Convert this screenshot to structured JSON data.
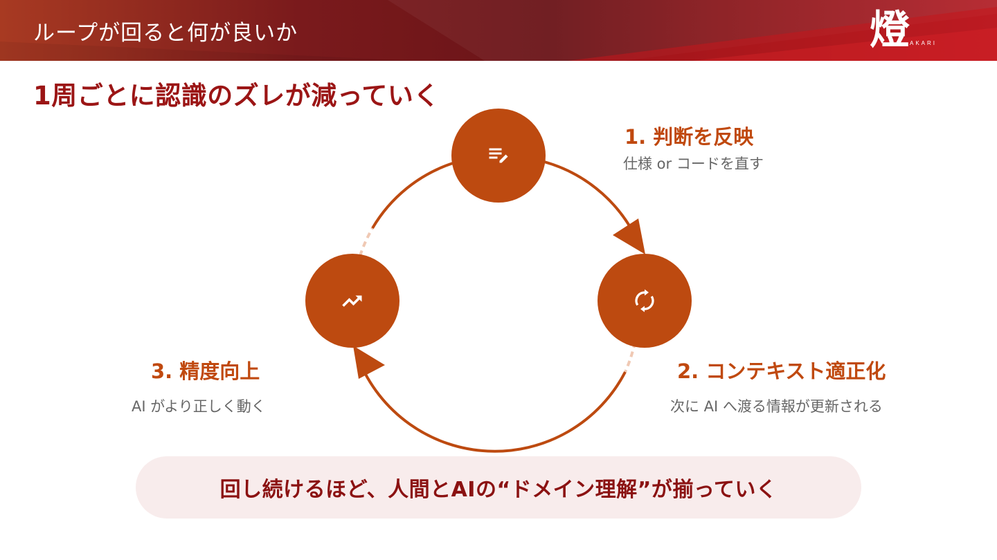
{
  "header": {
    "title": "ループが回ると何が良いか",
    "logo_glyph": "燈",
    "logo_sub": "AKARI"
  },
  "headline": "1周ごとに認識のズレが減っていく",
  "steps": [
    {
      "title": "1. 判断を反映",
      "desc": "仕様 or コードを直す",
      "icon": "edit-note-icon"
    },
    {
      "title": "2. コンテキスト適正化",
      "desc": "次に AI へ渡る情報が更新される",
      "icon": "sync-icon"
    },
    {
      "title": "3. 精度向上",
      "desc": "AI がより正しく動く",
      "icon": "trending-up-icon"
    }
  ],
  "banner": "回し続けるほど、人間とAIの“ドメイン理解”が揃っていく",
  "colors": {
    "accent": "#bd4a10",
    "headline": "#9b1515",
    "header_dark": "#6a1418",
    "banner_bg": "#f8ecec",
    "dashed": "#f0c9b4"
  }
}
